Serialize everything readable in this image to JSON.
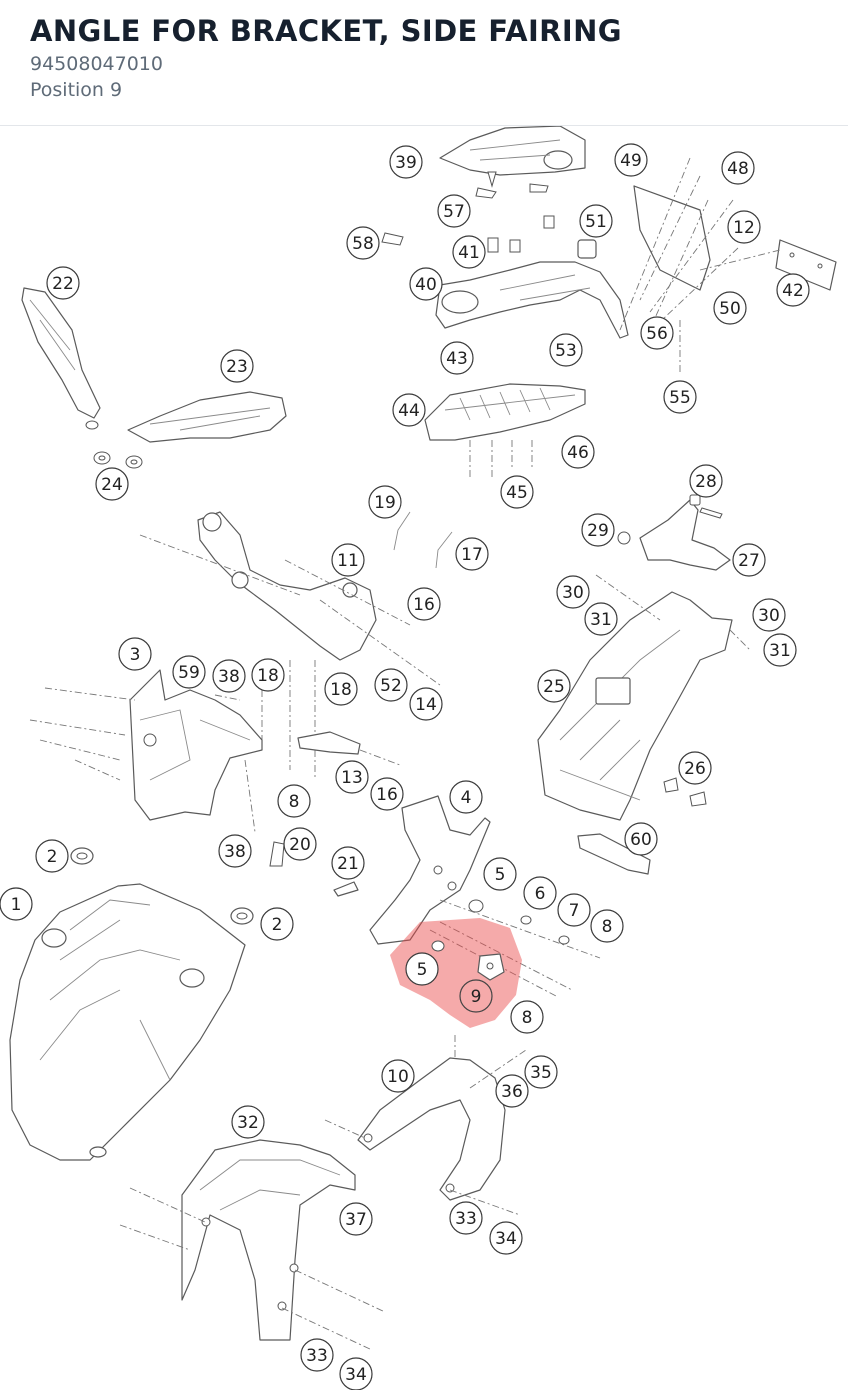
{
  "header": {
    "title": "ANGLE FOR BRACKET, SIDE FAIRING",
    "part_number": "94508047010",
    "position": "Position 9"
  },
  "diagram": {
    "highlight_color": "#e84a4a",
    "highlighted_position": "9",
    "callouts": [
      "1",
      "2",
      "2",
      "3",
      "4",
      "5",
      "5",
      "6",
      "7",
      "8",
      "8",
      "8",
      "9",
      "10",
      "11",
      "12",
      "13",
      "14",
      "16",
      "16",
      "17",
      "18",
      "18",
      "19",
      "20",
      "21",
      "22",
      "23",
      "24",
      "25",
      "26",
      "27",
      "28",
      "29",
      "30",
      "30",
      "31",
      "31",
      "32",
      "33",
      "33",
      "34",
      "34",
      "35",
      "36",
      "37",
      "38",
      "38",
      "39",
      "40",
      "41",
      "42",
      "43",
      "44",
      "45",
      "46",
      "48",
      "49",
      "50",
      "51",
      "52",
      "53",
      "55",
      "56",
      "57",
      "58",
      "59",
      "60"
    ]
  }
}
